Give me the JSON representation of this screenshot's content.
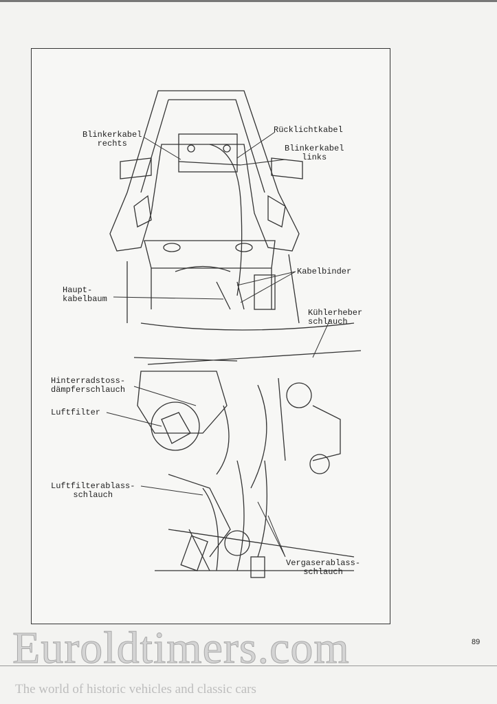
{
  "page_number": "89",
  "labels": {
    "blinkerkabel_rechts": "Blinkerkabel\nrechts",
    "ruecklichtkabel": "Rücklichtkabel",
    "blinkerkabel_links": "Blinkerkabel\nlinks",
    "kabelbinder": "Kabelbinder",
    "hauptkabelbaum": "Haupt-\nkabelbaum",
    "kuehlerheber_schlauch": "Kühlerheber\nschlauch",
    "hinterradstossdaempferschlauch": "Hinterradstoss-\ndämpferschlauch",
    "luftfilter": "Luftfilter",
    "luftfilterablassschlauch": "Luftfilterablass-\nschlauch",
    "vergaserablassschlauch": "Vergaserablass-\nschlauch"
  },
  "watermark": {
    "title": "Euroldtimers.com",
    "tagline": "The world of historic vehicles and classic cars"
  }
}
